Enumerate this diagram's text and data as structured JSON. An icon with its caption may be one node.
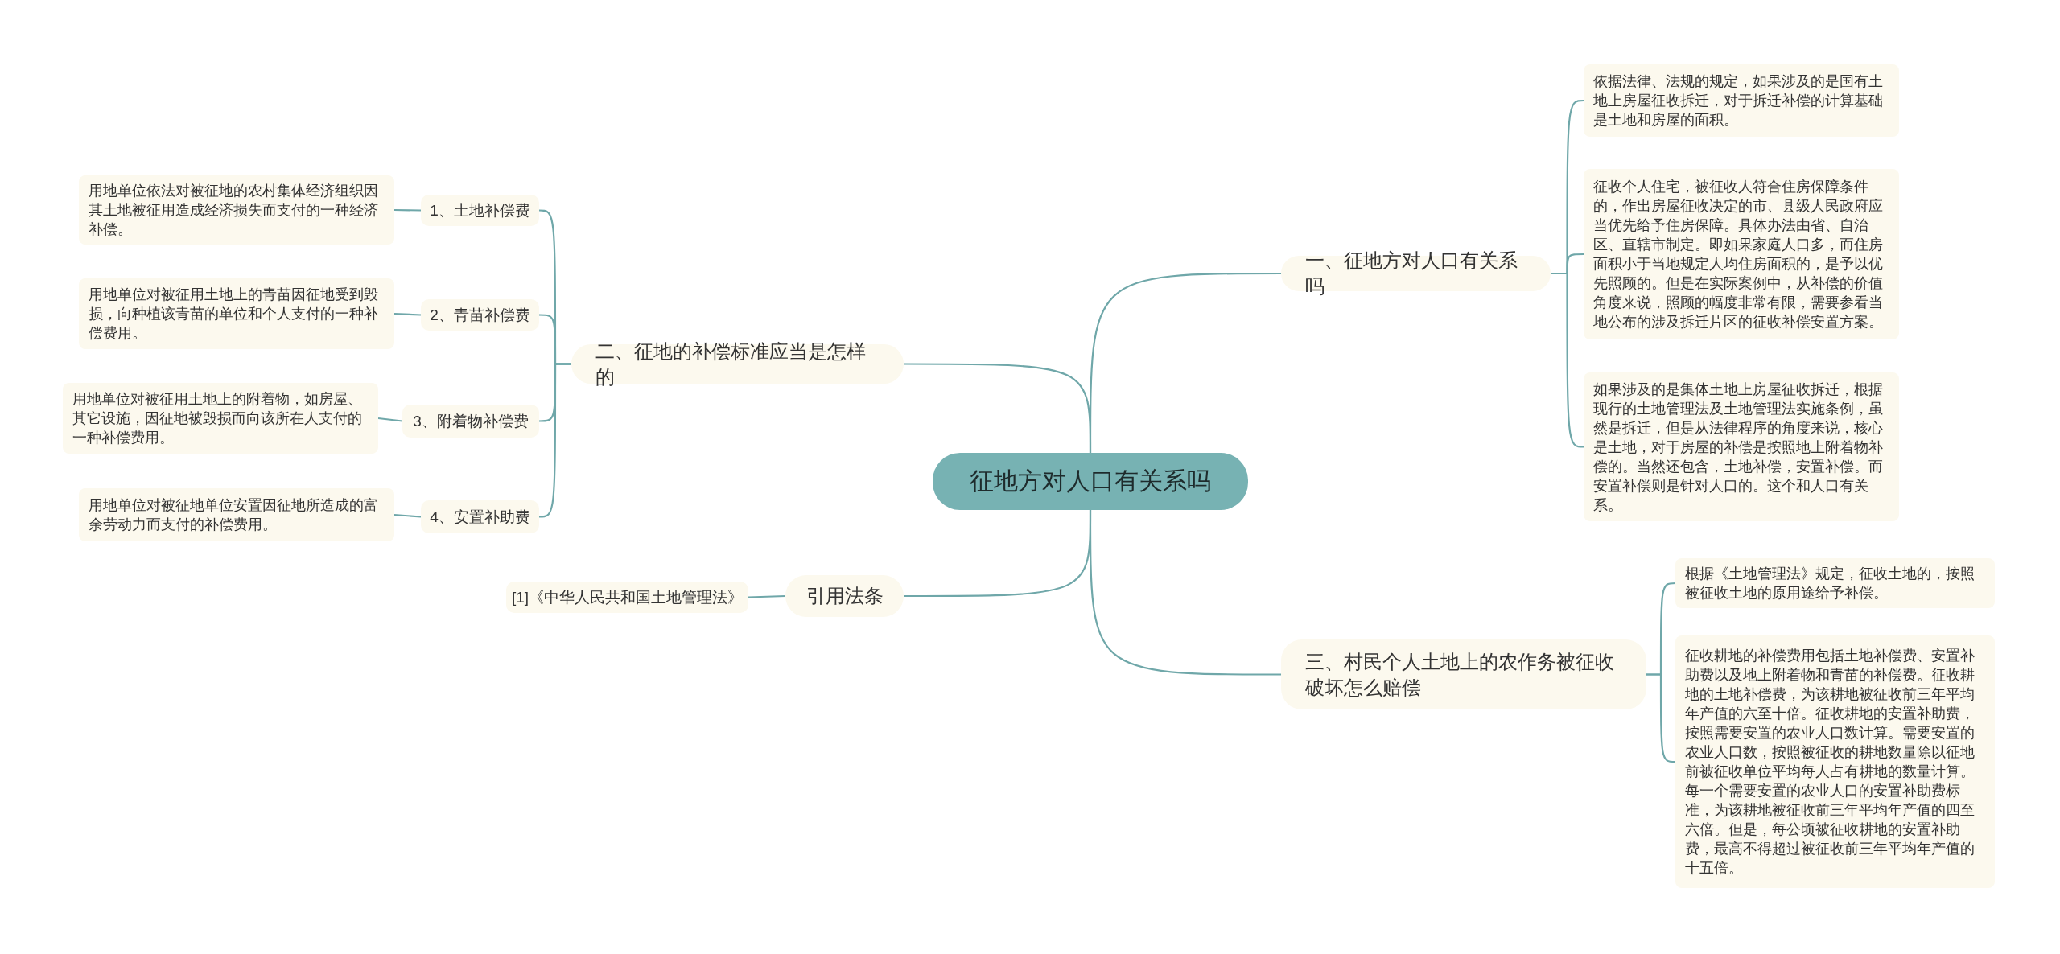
{
  "diagram": {
    "nodes": [
      {
        "text": [
          "征地方对人口有关系吗"
        ]
      },
      {
        "text": [
          "一、征地方对人口有关系吗"
        ]
      },
      {
        "text": [
          "依据法律、法规的规定，如果涉及的是国有土地上房屋征收拆迁，对于拆迁补偿的计算基础是土地和房屋的面积。"
        ]
      },
      {
        "text": [
          "征收个人住宅，被征收人符合住房保障条件的，作出房屋征收决定的市、县级人民政府应当优先给予住房保障。具体办法由省、自治区、直辖市制定。即如果家庭人口多，而住房面积小于当地规定人均住房面积的，是予以优先照顾的。但是在实际案例中，从补偿的价值角度来说，照顾的幅度非常有限，需要参看当地公布的涉及拆迁片区的征收补偿安置方案。"
        ]
      },
      {
        "text": [
          "如果涉及的是集体土地上房屋征收拆迁，根据现行的土地管理法及土地管理法实施条例，虽然是拆迁，但是从法律程序的角度来说，核心是土地，对于房屋的补偿是按照地上附着物补偿的。当然还包含，土地补偿，安置补偿。而安置补偿则是针对人口的。这个和人口有关系。"
        ]
      },
      {
        "text": [
          "三、村民个人土地上的农作务被征收破坏怎么赔偿"
        ]
      },
      {
        "text": [
          "根据《土地管理法》规定，征收土地的，按照被征收土地的原用途给予补偿。"
        ]
      },
      {
        "text": [
          "征收耕地的补偿费用包括土地补偿费、安置补助费以及地上附着物和青苗的补偿费。征收耕地的土地补偿费，为该耕地被征收前三年平均年产值的六至十倍。征收耕地的安置补助费，按照需要安置的农业人口数计算。需要安置的农业人口数，按照被征收的耕地数量除以征地前被征收单位平均每人占有耕地的数量计算。每一个需要安置的农业人口的安置补助费标准，为该耕地被征收前三年平均年产值的四至六倍。但是，每公顷被征收耕地的安置补助费，最高不得超过被征收前三年平均年产值的十五倍。"
        ]
      },
      {
        "text": [
          "二、征地的补偿标准应当是怎样的"
        ]
      },
      {
        "text": [
          "1、土地补偿费"
        ]
      },
      {
        "text": [
          "用地单位依法对被征地的农村集体经济组织因其土地被征用造成经济损失而支付的一种经济补偿。"
        ]
      },
      {
        "text": [
          "2、青苗补偿费"
        ]
      },
      {
        "text": [
          "用地单位对被征用土地上的青苗因征地受到毁损，向种植该青苗的单位和个人支付的一种补偿费用。"
        ]
      },
      {
        "text": [
          "3、附着物补偿费"
        ]
      },
      {
        "text": [
          "用地单位对被征用土地上的附着物，如房屋、其它设施，因征地被毁损而向该所在人支付的一种补偿费用。"
        ]
      },
      {
        "text": [
          "4、安置补助费"
        ]
      },
      {
        "text": [
          "用地单位对被征地单位安置因征地所造成的富余劳动力而支付的补偿费用。"
        ]
      },
      {
        "text": [
          "引用法条"
        ]
      },
      {
        "text": [
          "[1]《中华人民共和国土地管理法》"
        ]
      }
    ],
    "edges": [
      {
        "from": 0,
        "to": 1,
        "arrow": "none"
      },
      {
        "from": 1,
        "to": 2,
        "arrow": "none"
      },
      {
        "from": 1,
        "to": 3,
        "arrow": "none"
      },
      {
        "from": 1,
        "to": 4,
        "arrow": "none"
      },
      {
        "from": 0,
        "to": 5,
        "arrow": "none"
      },
      {
        "from": 5,
        "to": 6,
        "arrow": "none"
      },
      {
        "from": 5,
        "to": 7,
        "arrow": "none"
      },
      {
        "from": 0,
        "to": 8,
        "arrow": "none"
      },
      {
        "from": 8,
        "to": 9,
        "arrow": "none"
      },
      {
        "from": 9,
        "to": 10,
        "arrow": "none"
      },
      {
        "from": 8,
        "to": 11,
        "arrow": "none"
      },
      {
        "from": 11,
        "to": 12,
        "arrow": "none"
      },
      {
        "from": 8,
        "to": 13,
        "arrow": "none"
      },
      {
        "from": 13,
        "to": 14,
        "arrow": "none"
      },
      {
        "from": 8,
        "to": 15,
        "arrow": "none"
      },
      {
        "from": 15,
        "to": 16,
        "arrow": "none"
      },
      {
        "from": 0,
        "to": 17,
        "arrow": "none"
      },
      {
        "from": 17,
        "to": 18,
        "arrow": "none"
      }
    ]
  }
}
